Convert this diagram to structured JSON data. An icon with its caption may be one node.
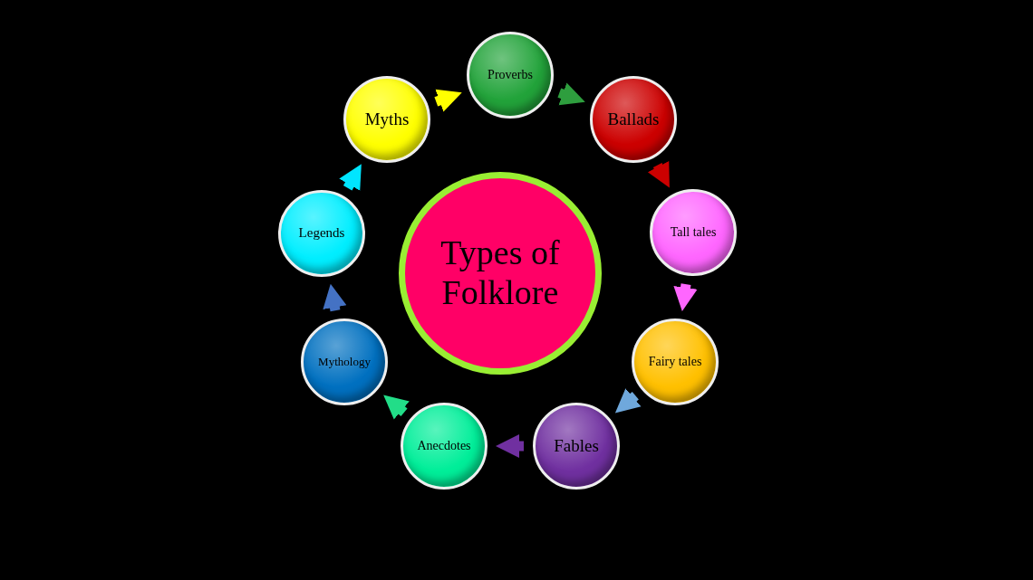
{
  "diagram": {
    "nodes": [
      {
        "text": [
          "Types of Folklore"
        ]
      },
      {
        "text": [
          "Proverbs"
        ]
      },
      {
        "text": [
          "Ballads"
        ]
      },
      {
        "text": [
          "Tall tales"
        ]
      },
      {
        "text": [
          "Fairy tales"
        ]
      },
      {
        "text": [
          "Fables"
        ]
      },
      {
        "text": [
          "Anecdotes"
        ]
      },
      {
        "text": [
          "Mythology"
        ]
      },
      {
        "text": [
          "Legends"
        ]
      },
      {
        "text": [
          "Myths"
        ]
      }
    ],
    "edges": [
      {
        "from": 9,
        "to": 1,
        "arrow": "to",
        "color": "#ffff00"
      },
      {
        "from": 1,
        "to": 2,
        "arrow": "to",
        "color": "#2e9e3e"
      },
      {
        "from": 2,
        "to": 3,
        "arrow": "to",
        "color": "#cc0000"
      },
      {
        "from": 3,
        "to": 4,
        "arrow": "to",
        "color": "#ff66ff"
      },
      {
        "from": 4,
        "to": 5,
        "arrow": "to",
        "color": "#6fa8dc"
      },
      {
        "from": 5,
        "to": 6,
        "arrow": "to",
        "color": "#7030a0"
      },
      {
        "from": 6,
        "to": 7,
        "arrow": "to",
        "color": "#22dd88"
      },
      {
        "from": 7,
        "to": 8,
        "arrow": "to",
        "color": "#4472c4"
      },
      {
        "from": 8,
        "to": 9,
        "arrow": "to",
        "color": "#00e5ff"
      }
    ]
  }
}
